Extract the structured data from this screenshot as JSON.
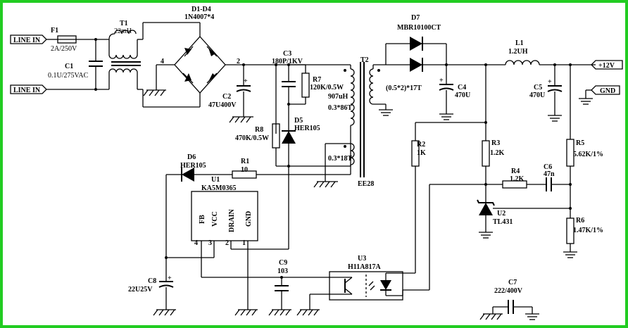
{
  "ports": {
    "line_in_1": "LINE IN",
    "line_in_2": "LINE IN",
    "out_12v": "+12V",
    "out_gnd": "GND"
  },
  "components": {
    "F1": {
      "ref": "F1",
      "value": "2A/250V"
    },
    "C1": {
      "ref": "C1",
      "value": "0.1U/275VAC"
    },
    "T1": {
      "ref": "T1",
      "value": "22mH"
    },
    "D1D4": {
      "ref": "D1-D4",
      "value": "1N4007*4"
    },
    "C2": {
      "ref": "C2",
      "value": "47U400V"
    },
    "C3": {
      "ref": "C3",
      "value": "180P/1KV"
    },
    "R7": {
      "ref": "R7",
      "value": "120K/0.5W"
    },
    "R8": {
      "ref": "R8",
      "value": "470K/0.5W"
    },
    "D5": {
      "ref": "D5",
      "value": "HER105"
    },
    "D6": {
      "ref": "D6",
      "value": "HER105"
    },
    "R1": {
      "ref": "R1",
      "value": "10"
    },
    "U1": {
      "ref": "U1",
      "value": "KA5M0365",
      "pins": [
        "FB",
        "VCC",
        "DRAIN",
        "GND"
      ],
      "pin_numbers": [
        "4",
        "3",
        "2",
        "1"
      ]
    },
    "C8": {
      "ref": "C8",
      "value": "22U25V"
    },
    "C9": {
      "ref": "C9",
      "value": "103"
    },
    "T2": {
      "ref": "T2",
      "primary": "907uH",
      "primary_turns": "0.3*86T",
      "aux_turns": "0.3*18T",
      "secondary_turns": "(0.5*2)*17T",
      "core": "EE28"
    },
    "D7": {
      "ref": "D7",
      "value": "MBR10100CT"
    },
    "C4": {
      "ref": "C4",
      "value": "470U"
    },
    "L1": {
      "ref": "L1",
      "value": "1.2UH"
    },
    "C5": {
      "ref": "C5",
      "value": "470U"
    },
    "R2": {
      "ref": "R2",
      "value": "1K"
    },
    "R3": {
      "ref": "R3",
      "value": "1.2K"
    },
    "R4": {
      "ref": "R4",
      "value": "1.2K"
    },
    "C6": {
      "ref": "C6",
      "value": "47n"
    },
    "R5": {
      "ref": "R5",
      "value": "5.62K/1%"
    },
    "R6": {
      "ref": "R6",
      "value": "1.47K/1%"
    },
    "U2": {
      "ref": "U2",
      "value": "TL431"
    },
    "U3": {
      "ref": "U3",
      "value": "H11A817A"
    },
    "C7": {
      "ref": "C7",
      "value": "222/400V"
    }
  },
  "nodes": {
    "n2": "2",
    "n4": "4"
  },
  "colors": {
    "border": "#22cc22",
    "wire": "#000000",
    "background": "#ffffff"
  }
}
